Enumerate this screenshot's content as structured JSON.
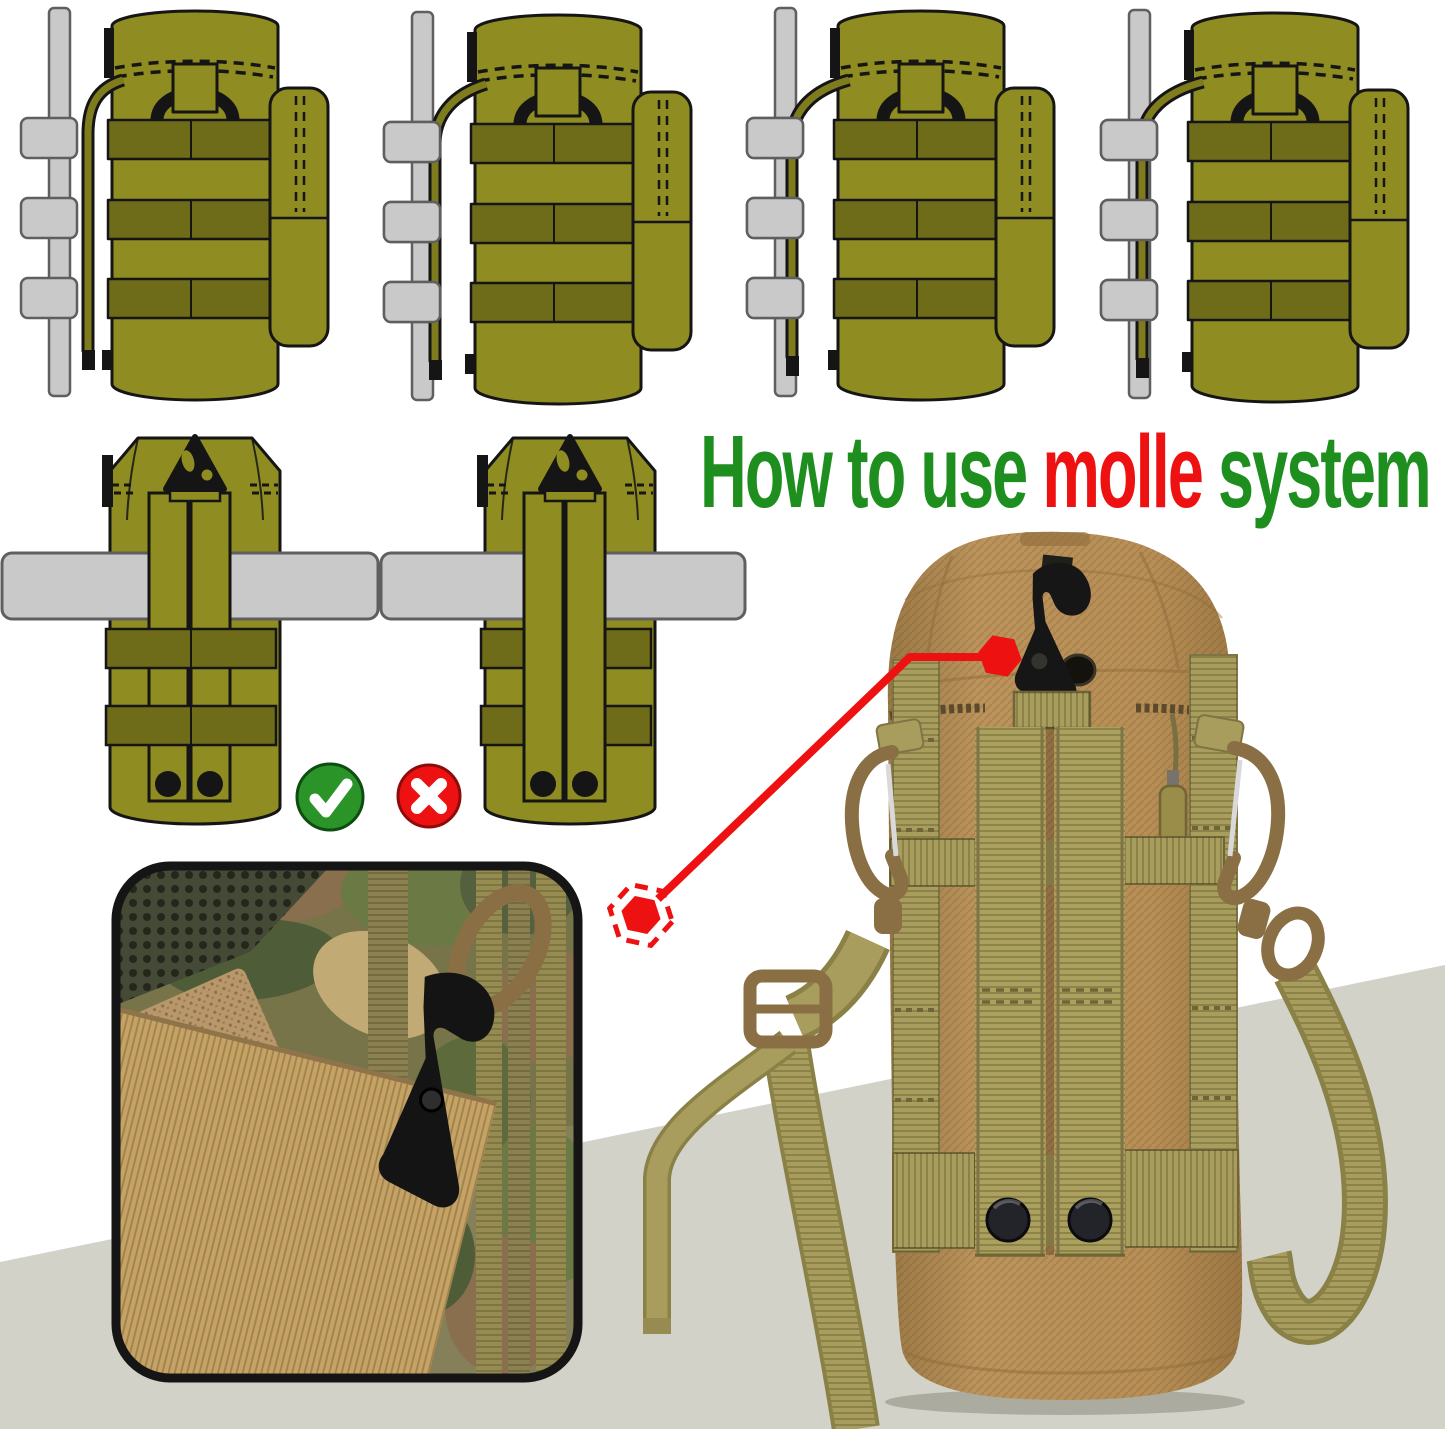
{
  "title": {
    "segments": [
      {
        "text": "How to use ",
        "color": "#1e8e1e"
      },
      {
        "text": "molle",
        "color": "#ee1111"
      },
      {
        "text": " system",
        "color": "#1e8e1e"
      }
    ]
  },
  "icons": {
    "correct": {
      "name": "check-icon",
      "color": "#2b9428"
    },
    "incorrect": {
      "name": "cross-icon",
      "color": "#ee1111"
    },
    "callout": {
      "name": "hexagon-target-icon",
      "color": "#ee1111"
    }
  },
  "colors": {
    "title_green": "#1e8e1e",
    "accent_red": "#ee1111",
    "check_green": "#2b9428",
    "diagram_olive": "#8f8c21",
    "diagram_olive_dark": "#6f6c19",
    "molle_bar_gray": "#c9c9c9",
    "pouch_tan": "#b9925a",
    "webbing_olive": "#aba05e",
    "background_wedge": "#d2d2c8"
  }
}
